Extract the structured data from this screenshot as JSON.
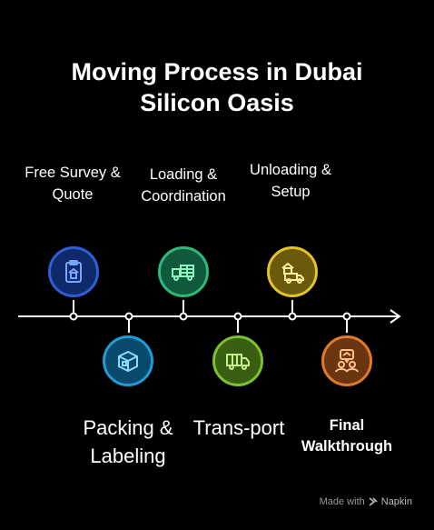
{
  "diagram": {
    "title_line1": "Moving Process in Dubai",
    "title_line2": "Silicon Oasis",
    "steps": [
      {
        "line1": "Free Survey &",
        "line2": "Quote",
        "icon": "clipboard-icon",
        "color": "#2f5fd6",
        "fill": "#0f2a6b"
      },
      {
        "line1": "Packing &",
        "line2": "Labeling",
        "icon": "box-icon",
        "color": "#1f9bd6",
        "fill": "#0a4a6b"
      },
      {
        "line1": "Loading &",
        "line2": "Coordination",
        "icon": "loading-truck-icon",
        "color": "#2fb87a",
        "fill": "#0f5a3c"
      },
      {
        "line1": "Trans-port",
        "line2": "",
        "icon": "truck-icon",
        "color": "#7cc22e",
        "fill": "#3a5e12"
      },
      {
        "line1": "Unloading &",
        "line2": "Setup",
        "icon": "unloading-truck-icon",
        "color": "#e3c22a",
        "fill": "#6a5a0c"
      },
      {
        "line1": "Final",
        "line2": "Walkthrough",
        "icon": "walkthrough-icon",
        "color": "#e07a2a",
        "fill": "#6a3510"
      }
    ]
  },
  "footer": {
    "made_with": "Made with",
    "brand": "Napkin"
  }
}
